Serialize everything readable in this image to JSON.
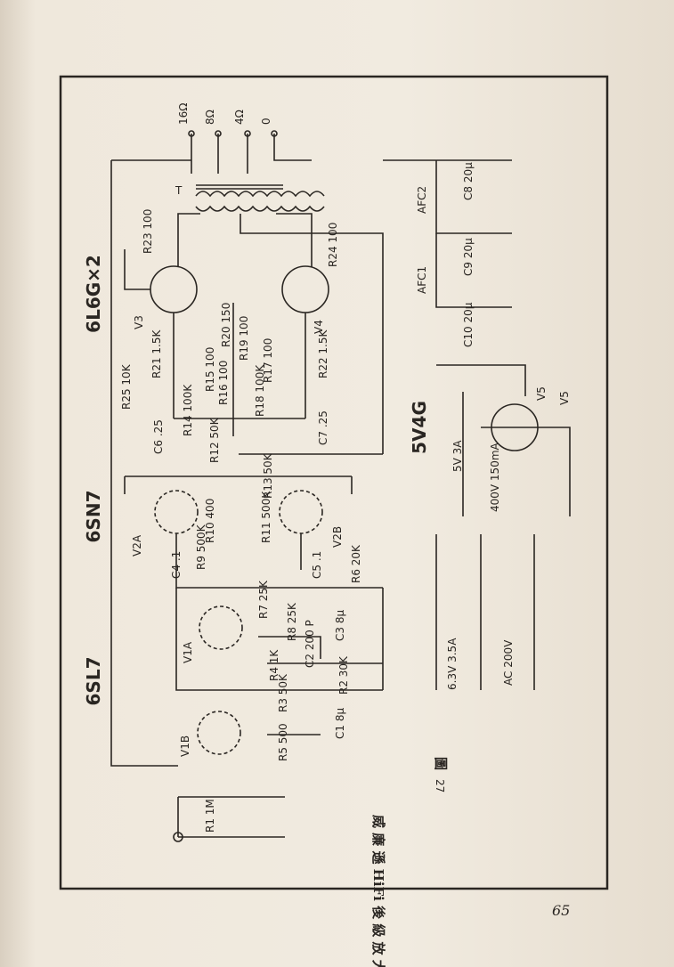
{
  "page_number": "65",
  "figure": {
    "number_char": "圖",
    "number": "27",
    "title": "威 廉 遜 HiFi 後 級 放 大 器"
  },
  "transformer": {
    "label": "T",
    "taps": [
      "16Ω",
      "8Ω",
      "4Ω",
      "0"
    ]
  },
  "tubes": {
    "output_type": "6L6G×2",
    "driver_type": "6SN7",
    "input_type": "6SL7",
    "rectifier_type": "5V4G",
    "labels": [
      "V3",
      "V4",
      "V2A",
      "V2B",
      "V1A",
      "V1B",
      "V5"
    ]
  },
  "components": [
    "R23 100",
    "R24 100",
    "R21 1.5K",
    "R22 1.5K",
    "R20 150",
    "R19 100",
    "R15 100",
    "R17 100",
    "R16 100",
    "R18 100K",
    "R14 100K",
    "R25 10K",
    "C6 .25",
    "C7 .25",
    "R12 50K",
    "R13 50K",
    "R10 400",
    "R11 500K",
    "R9 500K",
    "C4 .1",
    "C5 .1",
    "R6 20K",
    "R7 25K",
    "R8 25K",
    "C3 8μ",
    "R4 1K",
    "C2 200 P",
    "R3 50K",
    "R2 30K",
    "C1 8μ",
    "R5 500",
    "R1 1M"
  ],
  "power_supply": {
    "chokes": [
      "AFC2",
      "AFC1"
    ],
    "caps": [
      "C8 20μ",
      "C9 20μ",
      "C10 20μ"
    ],
    "windings": [
      "5V 3A",
      "400V 150mA",
      "6.3V 3.5A"
    ],
    "mains": "AC 200V",
    "v5": "V5"
  }
}
